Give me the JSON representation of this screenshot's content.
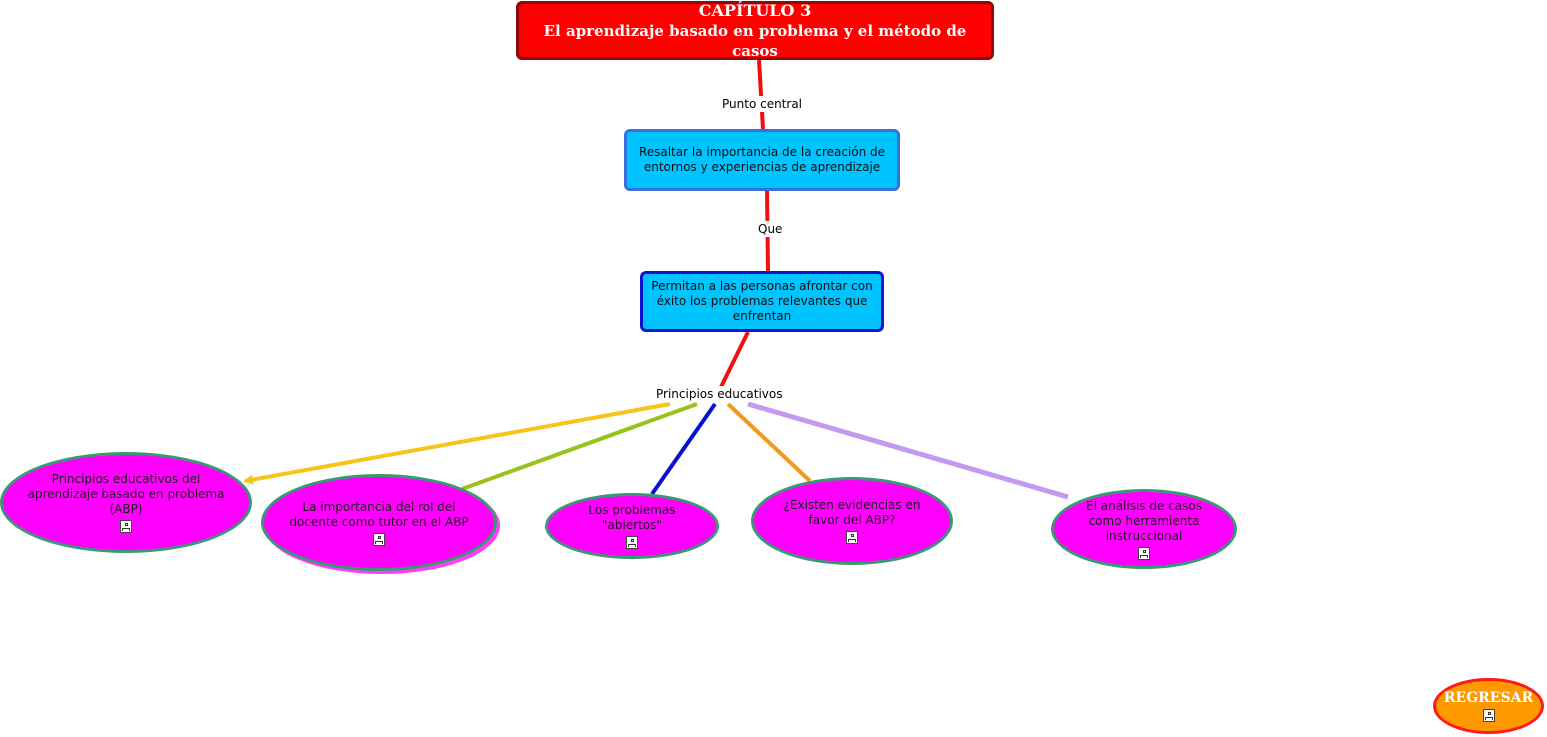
{
  "title": {
    "line1": "CAPÍTULO 3",
    "line2": "El aprendizaje basado en problema y el método de casos"
  },
  "concepts": {
    "highlight": "Resaltar la importancia de la creación de entornos y experiencias de aprendizaje",
    "allow": "Permitan a las personas afrontar con éxito los problemas relevantes que enfrentan"
  },
  "links": {
    "central_point": "Punto central",
    "that": "Que",
    "principles": "Principios educativos"
  },
  "topics": [
    {
      "label": "Principios educativos del aprendizaje basado en problema (ABP)",
      "icon": "concept-map-icon"
    },
    {
      "label": "La importancia del rol del docente como tutor en el ABP",
      "icon": "concept-map-icon"
    },
    {
      "label": "Los problemas \"abiertos\"",
      "icon": "concept-map-icon"
    },
    {
      "label": "¿Existen evidencias en favor del ABP?",
      "icon": "concept-map-icon"
    },
    {
      "label": "El análisis de casos como herramienta instruccional",
      "icon": "concept-map-icon"
    }
  ],
  "back_button": {
    "label": "REGRESAR",
    "icon": "concept-map-icon"
  },
  "colors": {
    "title_fill": "#ff0000",
    "concept_fill": "#00c4ff",
    "topic_fill": "#ff00ff",
    "topic_border": "#3a9970",
    "main_connector": "#ee1111",
    "branch_yellow": "#f5c518",
    "branch_green": "#99c21c",
    "branch_blue": "#0a10d0",
    "branch_orange": "#f29a18",
    "branch_lavender": "#c39af0",
    "back_fill": "#ff9900"
  }
}
